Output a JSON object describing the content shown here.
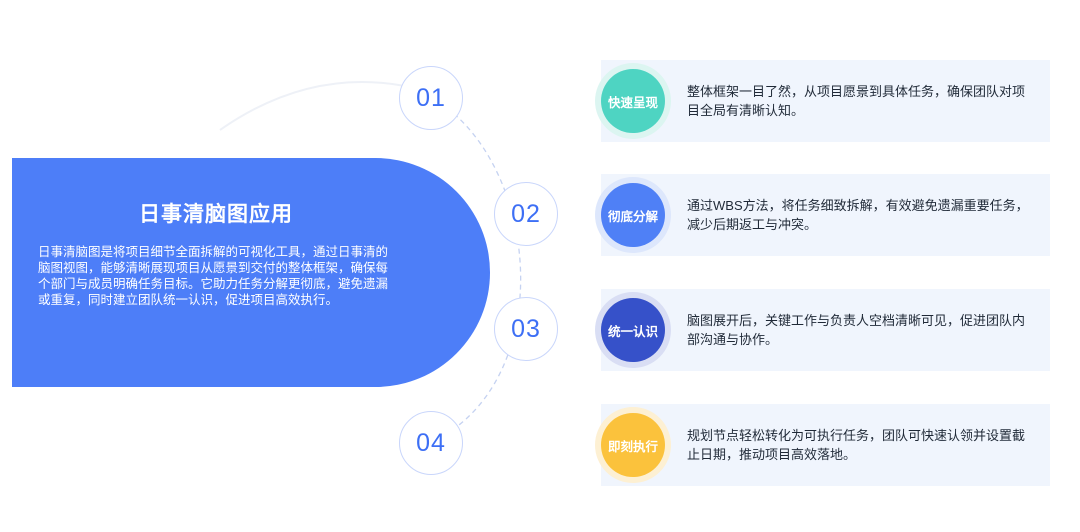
{
  "main": {
    "title": "日事清脑图应用",
    "description": "日事清脑图是将项目细节全面拆解的可视化工具，通过日事清的脑图视图，能够清晰展现项目从愿景到交付的整体框架，确保每个部门与成员明确任务目标。它助力任务分解更彻底，避免遗漏或重复，同时建立团队统一认识，促进项目高效执行。"
  },
  "steps": [
    {
      "number": "01",
      "label": "快速呈现",
      "text": "整体框架一目了然，从项目愿景到具体任务，确保团队对项目全局有清晰认知。",
      "color": "#4ed4c2",
      "halo": "#dcf5f1"
    },
    {
      "number": "02",
      "label": "彻底分解",
      "text": "通过WBS方法，将任务细致拆解，有效避免遗漏重要任务，减少后期返工与冲突。",
      "color": "#4f80f6",
      "halo": "#dde7fc"
    },
    {
      "number": "03",
      "label": "统一认识",
      "text": "脑图展开后，关键工作与负责人空档清晰可见，促进团队内部沟通与协作。",
      "color": "#3651c9",
      "halo": "#d9def4"
    },
    {
      "number": "04",
      "label": "即刻执行",
      "text": "规划节点轻松转化为可执行任务，团队可快速认领并设置截止日期，推动项目高效落地。",
      "color": "#fbc23c",
      "halo": "#fdf0d3"
    }
  ]
}
